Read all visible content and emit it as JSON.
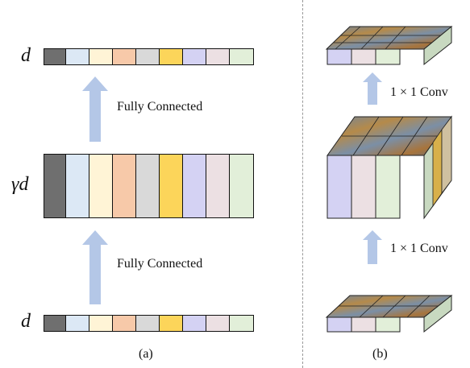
{
  "panel_a": {
    "top_label": "d",
    "middle_label": "γd",
    "bottom_label": "d",
    "arrow_top_label": "Fully Connected",
    "arrow_bottom_label": "Fully Connected",
    "caption": "(a)",
    "channel_colors": [
      "#6f6f6f",
      "#dce8f5",
      "#fff4d6",
      "#f7c9a9",
      "#d9d9d9",
      "#fcd55a",
      "#d4d2f3",
      "#ece0e3",
      "#e2efd9"
    ]
  },
  "panel_b": {
    "conv_top_label": "1 × 1 Conv",
    "conv_bottom_label": "1 × 1 Conv",
    "caption": "(b)",
    "front_colors_small": [
      "#d4d2f3",
      "#ece0e3",
      "#e2efd9"
    ],
    "front_colors_big": [
      "#d4d2f3",
      "#ece0e3",
      "#e2efd9"
    ],
    "side_colors_big": [
      "#c8d9c0",
      "#d8b04a",
      "#cfc0a0"
    ]
  },
  "colors": {
    "arrow": "#b4c7e7",
    "divider": "#999999"
  }
}
